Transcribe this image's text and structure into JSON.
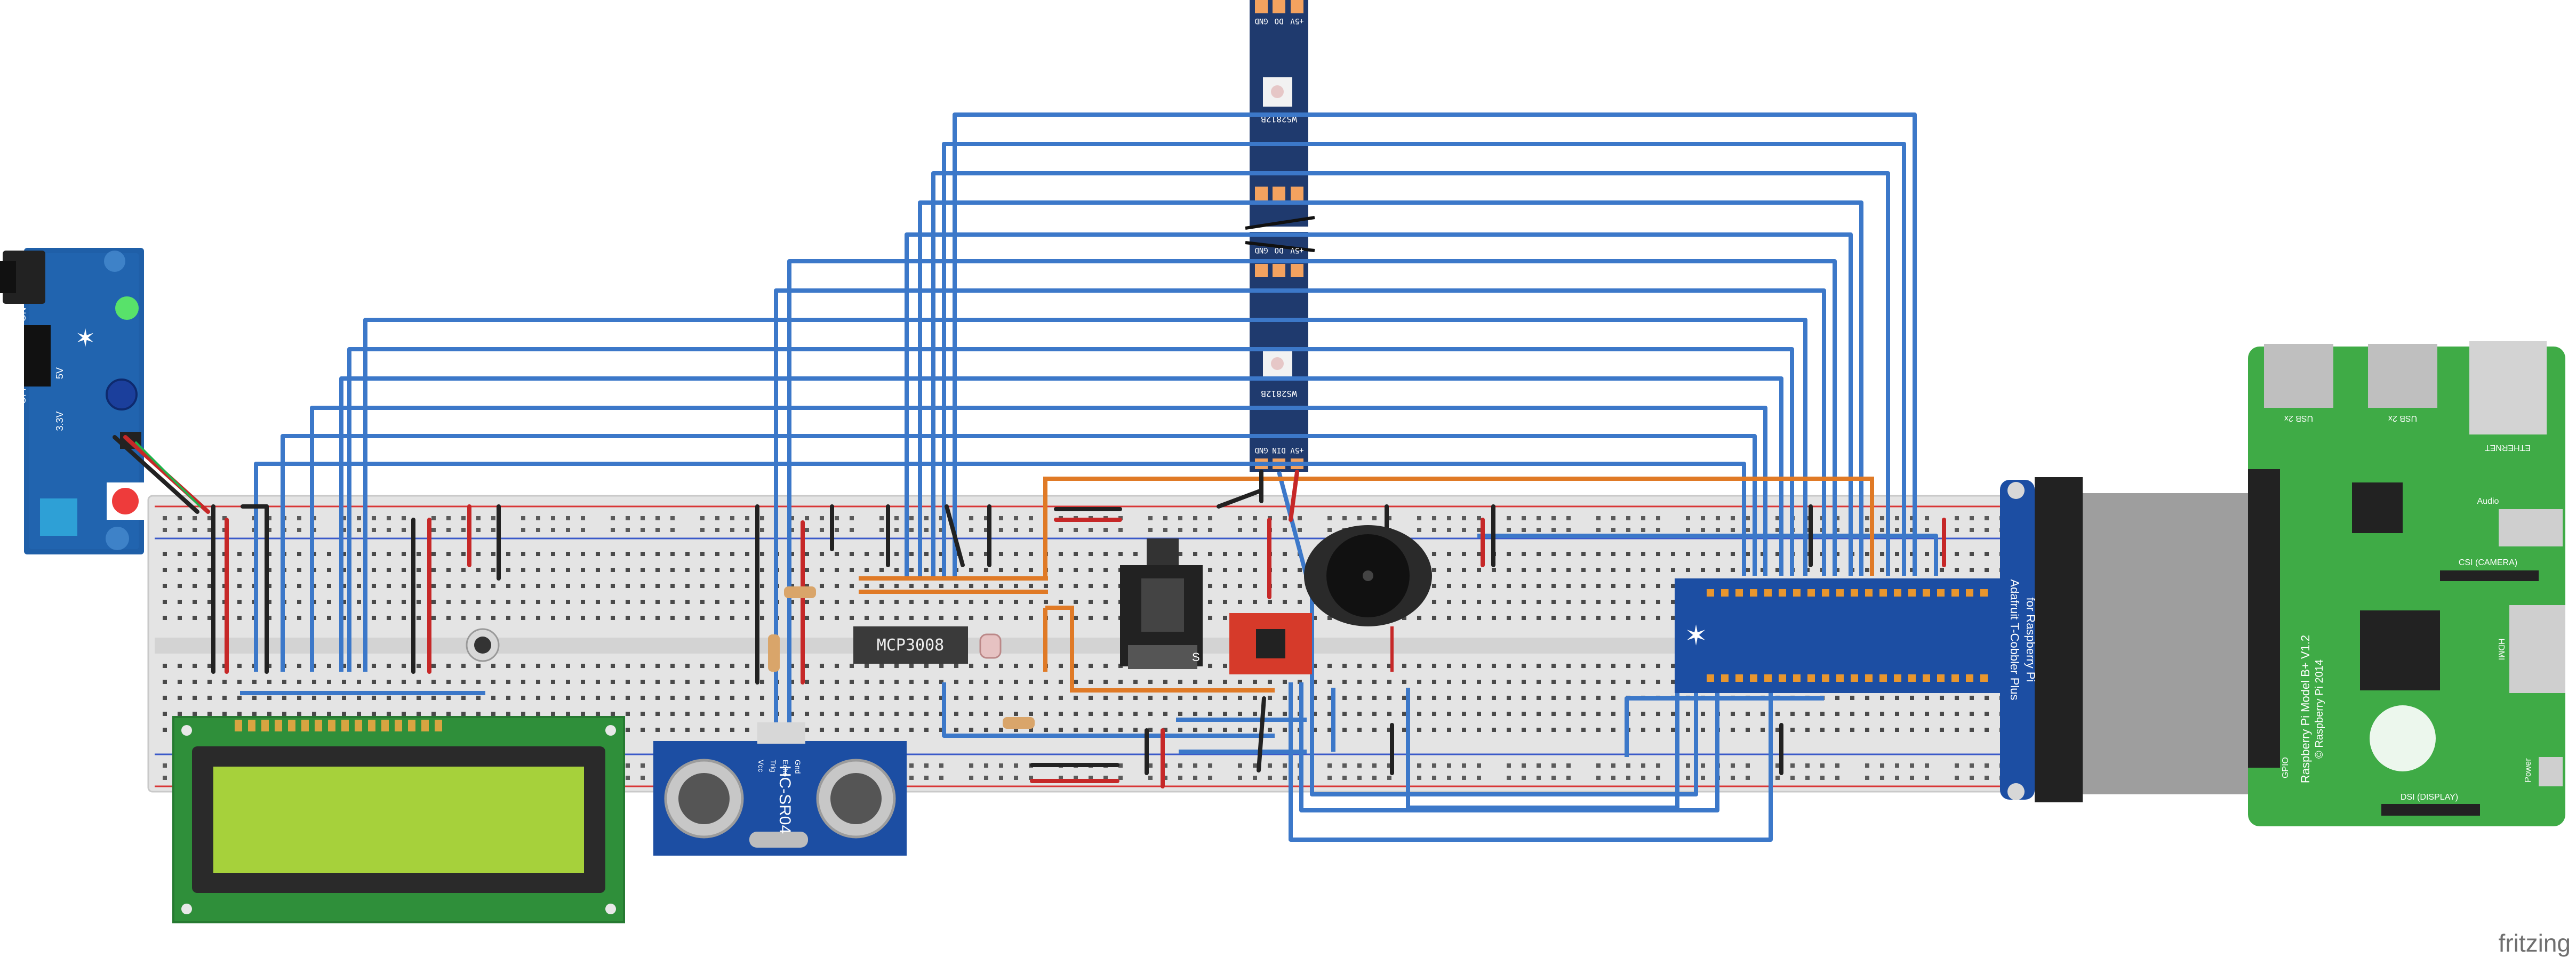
{
  "watermark": "fritzing",
  "components": {
    "mcp3008": {
      "label": "MCP3008"
    },
    "hcsr04": {
      "label": "HC-SR04",
      "pins": [
        "Vcc",
        "Trig",
        "Echo",
        "Gnd"
      ]
    },
    "led_strip": {
      "chip_label": "WS2812B",
      "pin_gnd": "GND",
      "pin_din": "DIN",
      "pin_dout": "DO",
      "pin_5v": "+5V"
    },
    "power_module": {
      "label_on": "ON",
      "label_off": "OFF",
      "label_3v3": "3.3V",
      "label_5v": "5V"
    },
    "cobbler": {
      "title": "Adafruit T-Cobbler Plus",
      "subtitle": "for Raspberry Pi"
    },
    "sensor_module": {
      "pin_s": "S"
    },
    "rpi": {
      "model": "Raspberry Pi Model B+ V1.2",
      "copyright": "© Raspberry Pi 2014",
      "usb1": "USB 2x",
      "usb2": "USB 2x",
      "ethernet": "ETHERNET",
      "audio": "Audio",
      "csi": "CSI (CAMERA)",
      "dsi": "DSI (DISPLAY)",
      "hdmi": "HDMI",
      "power": "Power",
      "gpio": "GPIO"
    }
  }
}
